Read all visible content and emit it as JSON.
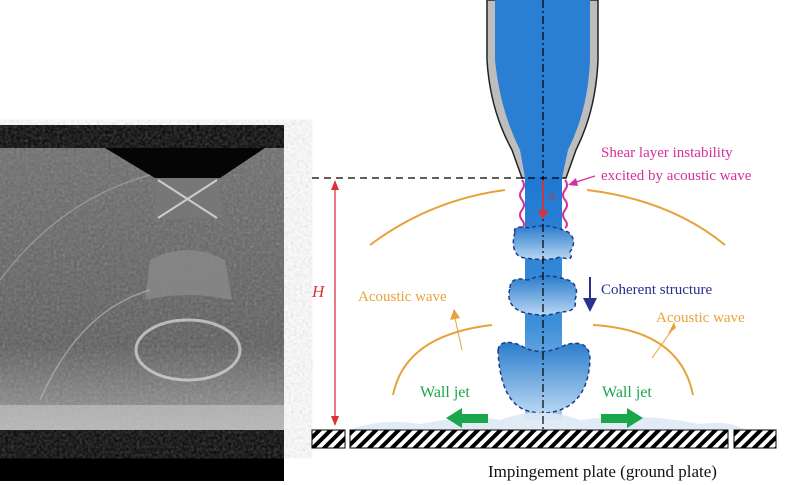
{
  "labels": {
    "shear_line1": "Shear layer instability",
    "shear_line2": "excited by acoustic wave",
    "x_axis": "x",
    "height": "H",
    "acoustic_left": "Acoustic wave",
    "acoustic_right": "Acoustic wave",
    "coherent": "Coherent structure",
    "wall_jet_left": "Wall jet",
    "wall_jet_right": "Wall jet",
    "plate": "Impingement plate (ground plate)"
  },
  "colors": {
    "jet_blue": "#2f7fd0",
    "shear": "#d6309a",
    "acoustic": "#e8a23a",
    "coherent": "#2b2f8f",
    "wall_jet": "#1aa64a",
    "height_arrow": "#d9323a"
  }
}
